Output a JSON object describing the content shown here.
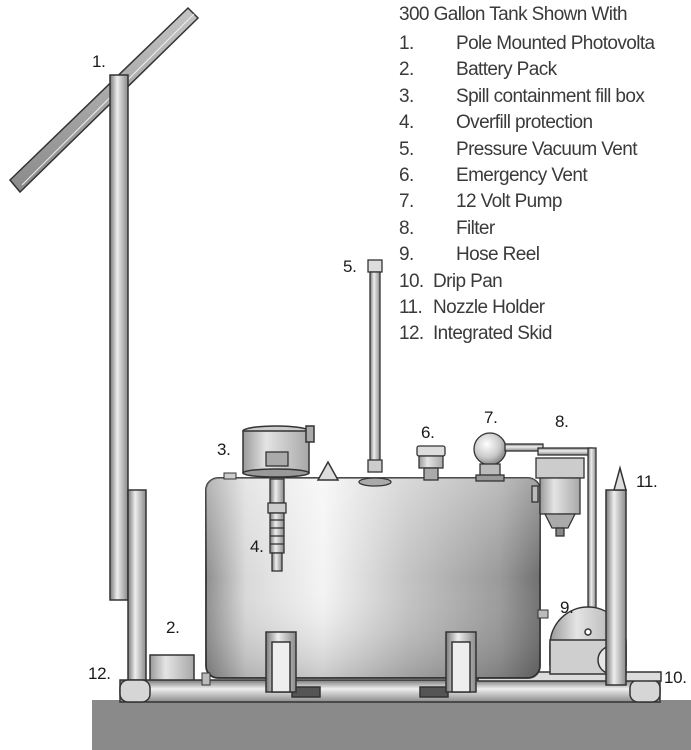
{
  "title": "300 Gallon Tank Shown With",
  "components": [
    {
      "number": "1.",
      "label": "Pole Mounted Photovolta"
    },
    {
      "number": "2.",
      "label": "Battery Pack"
    },
    {
      "number": "3.",
      "label": "Spill containment fill box"
    },
    {
      "number": "4.",
      "label": "Overfill protection"
    },
    {
      "number": "5.",
      "label": "Pressure Vacuum Vent"
    },
    {
      "number": "6.",
      "label": "Emergency Vent"
    },
    {
      "number": "7.",
      "label": "12 Volt Pump"
    },
    {
      "number": "8.",
      "label": "Filter"
    },
    {
      "number": "9.",
      "label": "Hose Reel"
    },
    {
      "number": "10.",
      "label": "Drip Pan"
    },
    {
      "number": "11.",
      "label": "Nozzle Holder"
    },
    {
      "number": "12.",
      "label": "Integrated Skid"
    }
  ],
  "callouts": {
    "c1": "1.",
    "c2": "2.",
    "c3": "3.",
    "c4": "4.",
    "c5": "5.",
    "c6": "6.",
    "c7": "7.",
    "c8": "8.",
    "c9": "9.",
    "c10": "10.",
    "c11": "11.",
    "c12": "12."
  },
  "colors": {
    "metal_light": "#ececec",
    "metal_mid": "#b9b9b9",
    "metal_dark": "#6f6f6f",
    "outline": "#333333",
    "ground": "#8a8a8a"
  }
}
